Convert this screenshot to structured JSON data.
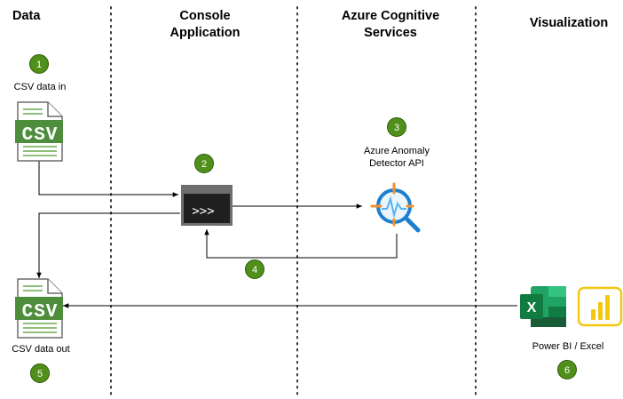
{
  "columns": {
    "data": "Data",
    "console": "Console\nApplication",
    "azure": "Azure Cognitive\nServices",
    "visualization": "Visualization"
  },
  "steps": {
    "s1": "1",
    "s2": "2",
    "s3": "3",
    "s4": "4",
    "s5": "5",
    "s6": "6"
  },
  "labels": {
    "csv_in": "CSV data in",
    "csv_out": "CSV data out",
    "anomaly_api": "Azure Anomaly\nDetector API",
    "viz_tools": "Power BI / Excel"
  },
  "icons": {
    "csv_text": "CSV",
    "terminal_prompt": ">>>",
    "excel_letter": "X"
  },
  "colors": {
    "badge_green": "#4f8f1a",
    "csv_green": "#4d8d3c",
    "terminal_bg": "#1f1f1f",
    "terminal_frame": "#6e6e6e",
    "anomaly_blue": "#1e7fcf",
    "anomaly_orange": "#f0922a",
    "excel_green": "#107c41",
    "powerbi_yellow": "#f2c811"
  }
}
